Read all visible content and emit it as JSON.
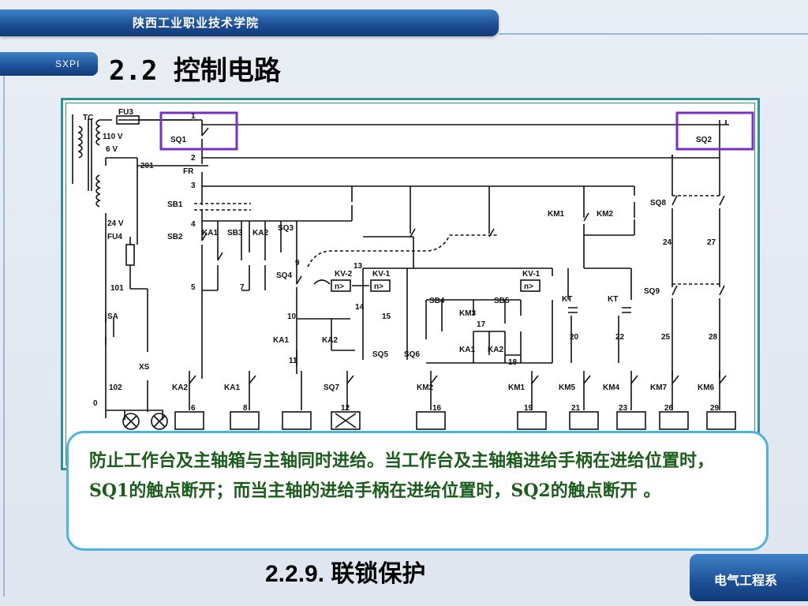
{
  "header": {
    "school_name": "陕西工业职业技术学院",
    "abbr": "SXPI",
    "department": "电气工程系"
  },
  "slide": {
    "title": "2.2 控制电路",
    "subtitle": "2.2.9. 联锁保护",
    "callout_text": "防止工作台及主轴箱与主轴同时进给。当工作台及主轴箱进给手柄在进给位置时，SQ1的触点断开；而当主轴的进给手柄在进给位置时，SQ2的触点断开 。"
  },
  "diagram": {
    "transformer": "TC",
    "fuse_top": "FU3",
    "v110": "110 V",
    "v6": "6 V",
    "v24": "24 V",
    "fu4": "FU4",
    "wire_201": "201",
    "wire_101": "101",
    "wire_102": "102",
    "wire_0": "0",
    "sa": "SA",
    "xs": "XS",
    "node_1": "1",
    "node_2": "2",
    "node_3": "3",
    "node_4": "4",
    "node_5": "5",
    "node_7": "7",
    "node_9": "9",
    "node_10": "10",
    "node_11": "11",
    "node_12": "12",
    "node_13": "13",
    "node_14": "14",
    "node_15": "15",
    "node_16": "16",
    "node_17": "17",
    "node_18": "18",
    "node_19": "19",
    "node_20": "20",
    "node_21": "21",
    "node_22": "22",
    "node_23": "23",
    "node_24": "24",
    "node_25": "25",
    "node_26": "26",
    "node_27": "27",
    "node_28": "28",
    "node_29": "29",
    "node_6": "6",
    "node_8": "8",
    "sq1": "SQ1",
    "sq2": "SQ2",
    "fr": "FR",
    "sb1": "SB1",
    "sb2": "SB2",
    "ka1_top": "KA1",
    "sb3": "SB3",
    "ka2_top": "KA2",
    "sq3": "SQ3",
    "sq4": "SQ4",
    "kv2": "KV-2",
    "kv1": "KV-1",
    "kv_right": "KV-1",
    "kv_box1": "n>",
    "kv_box2": "n>",
    "kv_box3": "n>",
    "ka1_mid": "KA1",
    "ka2_mid": "KA2",
    "sq5": "SQ5",
    "sq6": "SQ6",
    "sb4": "SB4",
    "km3": "KM3",
    "sb5": "SB5",
    "ka1_v": "KA1",
    "ka2_v": "KA2",
    "km1_top": "KM1",
    "km2_top": "KM2",
    "kt_1": "KT",
    "kt_2": "KT",
    "sq8": "SQ8",
    "sq9": "SQ9",
    "ka2_bot": "KA2",
    "ka1_bot": "KA1",
    "sq7": "SQ7",
    "km2_bot": "KM2",
    "km1_bot": "KM1",
    "km5": "KM5",
    "km4": "KM4",
    "km7": "KM7",
    "km6": "KM6"
  },
  "colors": {
    "highlight_box": "#7a2fc4",
    "frame": "#2f8f93",
    "callout_border": "#4db3e6",
    "callout_text": "#1a5c1a",
    "bar": "#1d4f96"
  }
}
